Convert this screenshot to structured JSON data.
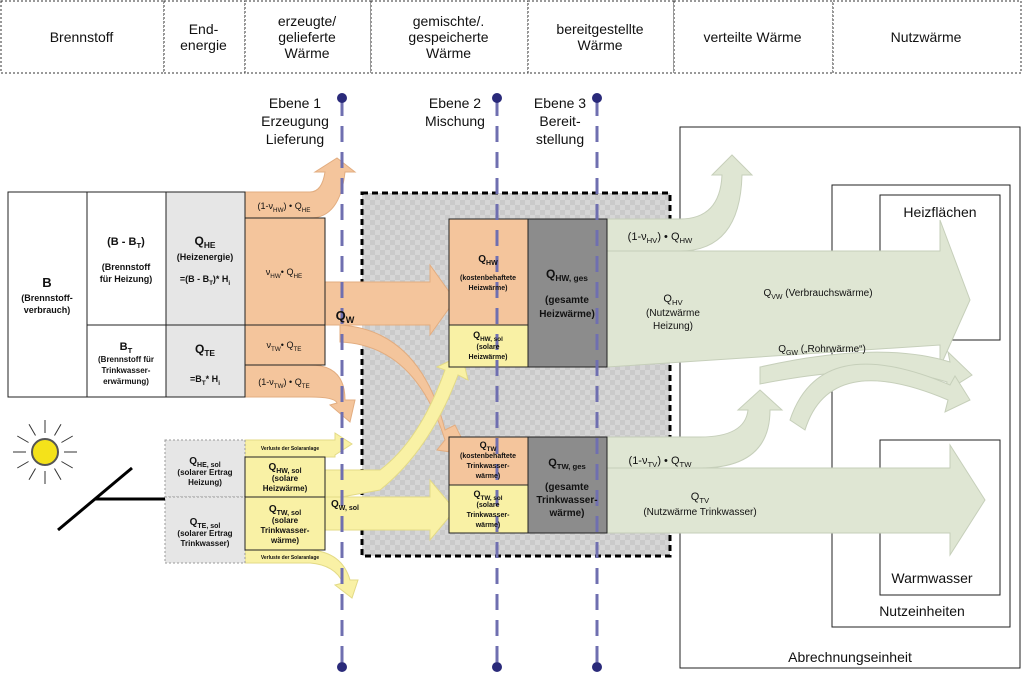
{
  "header": [
    "Brennstoff",
    "End-|energie",
    "erzeugte/|gelieferte|Wärme",
    "gemischte/.|gespeicherte|Wärme",
    "bereitgestellte|Wärme",
    "verteilte Wärme",
    "Nutzwärme"
  ],
  "levels": {
    "e1": [
      "Ebene 1",
      "Erzeugung",
      "Lieferung"
    ],
    "e2": [
      "Ebene 2",
      "Mischung"
    ],
    "e3": [
      "Ebene 3",
      "Bereit-",
      "stellung"
    ]
  },
  "fuel": {
    "b": "B",
    "b_desc1": "(Brennstoff-",
    "b_desc2": "verbrauch)",
    "bh": "(B - B",
    "bh_sub": "T",
    "bh_end": ")",
    "bh_desc1": "(Brennstoff",
    "bh_desc2": "für Heizung)",
    "bt": "B",
    "bt_sub": "T",
    "bt_desc1": "(Brennstoff für",
    "bt_desc2": "Trinkwasser-",
    "bt_desc3": "erwärmung)"
  },
  "end_energy": {
    "qhe": "Q",
    "qhe_sub": "HE",
    "qhe_desc": "(Heizenergie)",
    "qhe_formula": "=(B - B",
    "qhe_formula_sub": "T",
    "qhe_formula_end": ")* H",
    "qhe_formula_sub2": "i",
    "qte": "Q",
    "qte_sub": "TE",
    "qte_formula": "=B",
    "qte_formula_sub": "T",
    "qte_formula_end": "* H",
    "qte_formula_sub2": "i"
  },
  "generation": {
    "loss_hw": "(1-ν",
    "loss_hw_sub": "HW",
    "loss_hw_end": ") • Q",
    "loss_hw_sub2": "HE",
    "nu_hw": "ν",
    "nu_hw_sub": "HW",
    "nu_hw_end": "• Q",
    "nu_hw_sub2": "HE",
    "nu_tw": "ν",
    "nu_tw_sub": "TW",
    "nu_tw_end": "• Q",
    "nu_tw_sub2": "TE",
    "loss_tw": "(1-ν",
    "loss_tw_sub": "TW",
    "loss_tw_end": ") • Q",
    "loss_tw_sub2": "TE",
    "qw": "Q",
    "qw_sub": "W"
  },
  "solar": {
    "qhe_sol": "Q",
    "qhe_sol_sub": "HE, sol",
    "qhe_sol_d1": "(solarer Ertrag",
    "qhe_sol_d2": "Heizung)",
    "qte_sol": "Q",
    "qte_sol_sub": "TE, sol",
    "qte_sol_d1": "(solarer Ertrag",
    "qte_sol_d2": "Trinkwasser)",
    "qhw_sol": "Q",
    "qhw_sol_sub": "HW, sol",
    "qhw_sol_d1": "(solare",
    "qhw_sol_d2": "Heizwärme)",
    "qtw_sol": "Q",
    "qtw_sol_sub": "TW, sol",
    "qtw_sol_d1": "(solare",
    "qtw_sol_d2": "Trinkwasser-",
    "qtw_sol_d3": "wärme)",
    "loss": "Verluste der Solaranlage",
    "qw_sol": "Q",
    "qw_sol_sub": "W, sol"
  },
  "mixing": {
    "qhw": "Q",
    "qhw_sub": "HW",
    "qhw_d1": "(kostenbehaftete",
    "qhw_d2": "Heizwärme)",
    "qhw_sol": "Q",
    "qhw_sol_sub": "HW, sol",
    "qhw_sol_d1": "(solare",
    "qhw_sol_d2": "Heizwärme)",
    "qtw": "Q",
    "qtw_sub": "TW",
    "qtw_d1": "(kostenbehaftete",
    "qtw_d2": "Trinkwasser-",
    "qtw_d3": "wärme)",
    "qtw_sol": "Q",
    "qtw_sol_sub": "TW, sol",
    "qtw_sol_d1": "(solare",
    "qtw_sol_d2": "Trinkwasser-",
    "qtw_sol_d3": "wärme)"
  },
  "provision": {
    "qhw_ges": "Q",
    "qhw_ges_sub": "HW, ges",
    "qhw_ges_d1": "(gesamte",
    "qhw_ges_d2": "Heizwärme)",
    "qtw_ges": "Q",
    "qtw_ges_sub": "TW, ges",
    "qtw_ges_d1": "(gesamte",
    "qtw_ges_d2": "Trinkwasser-",
    "qtw_ges_d3": "wärme)"
  },
  "distribution": {
    "loss_hv": "(1-ν",
    "loss_hv_sub": "HV",
    "loss_hv_end": ") • Q",
    "loss_hv_sub2": "HW",
    "qhv": "Q",
    "qhv_sub": "HV",
    "qhv_d1": "(Nutzwärme",
    "qhv_d2": "Heizung)",
    "qvw": "Q",
    "qvw_sub": "VW",
    "qvw_d": " (Verbrauchswärme)",
    "qgw": "Q",
    "qgw_sub": "GW",
    "qgw_d": " („Rohrwärme“)",
    "loss_tv": "(1-ν",
    "loss_tv_sub": "TV",
    "loss_tv_end": ") • Q",
    "loss_tv_sub2": "TW",
    "qtv": "Q",
    "qtv_sub": "TV",
    "qtv_d": "(Nutzwärme Trinkwasser)"
  },
  "units": {
    "heizflaechen": "Heizflächen",
    "warmwasser": "Warmwasser",
    "nutzeinheiten": "Nutzeinheiten",
    "abrechnung": "Abrechnungseinheit"
  },
  "colors": {
    "orange": "#f4c59c",
    "yellow": "#f9f1a5",
    "green": "#dfe6d3",
    "gray_light": "#e6e6e6",
    "gray_dark": "#8c8c8c",
    "level_line": "#6f6fb0"
  }
}
